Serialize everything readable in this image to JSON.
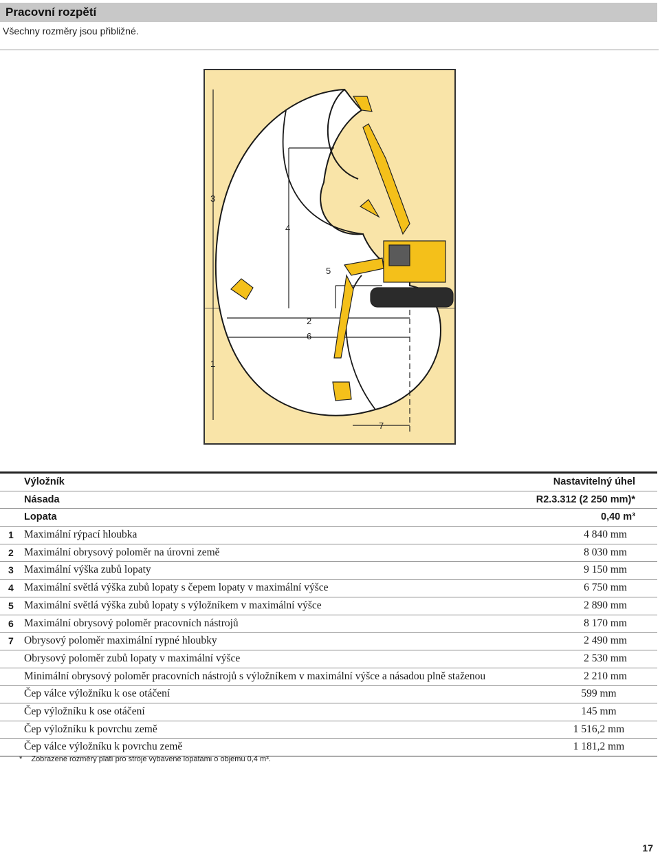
{
  "header": {
    "title": "Pracovní rozpětí",
    "subtitle": "Všechny rozměry jsou přibližné."
  },
  "diagram": {
    "labels": [
      "3",
      "4",
      "5",
      "2",
      "6",
      "1",
      "7"
    ],
    "colors": {
      "background": "#f9e4a8",
      "machine": "#f4c01a",
      "track": "#2b2b2b"
    }
  },
  "table": {
    "header_rows": [
      {
        "label": "Výložník",
        "value": "Nastavitelný úhel"
      },
      {
        "label": "Násada",
        "value": "R2.3.312 (2 250 mm)*"
      },
      {
        "label": "Lopata",
        "value": "0,40 m³"
      }
    ],
    "rows": [
      {
        "num": "1",
        "label": "Maximální rýpací hloubka",
        "value": "4 840 mm"
      },
      {
        "num": "2",
        "label": "Maximální obrysový poloměr na úrovni země",
        "value": "8 030 mm"
      },
      {
        "num": "3",
        "label": "Maximální výška zubů lopaty",
        "value": "9 150 mm"
      },
      {
        "num": "4",
        "label": "Maximální světlá výška zubů lopaty s čepem lopaty v maximální výšce",
        "value": "6 750 mm"
      },
      {
        "num": "5",
        "label": "Maximální světlá výška zubů lopaty s výložníkem v maximální výšce",
        "value": "2 890 mm"
      },
      {
        "num": "6",
        "label": "Maximální obrysový poloměr pracovních nástrojů",
        "value": "8 170 mm"
      },
      {
        "num": "7",
        "label": "Obrysový poloměr maximální rypné hloubky",
        "value": "2 490 mm"
      },
      {
        "num": "",
        "label": "Obrysový poloměr zubů lopaty v maximální výšce",
        "value": "2 530 mm"
      },
      {
        "num": "",
        "label": "Minimální obrysový poloměr pracovních nástrojů s výložníkem v maximální výšce a násadou plně staženou",
        "value": "2 210 mm"
      },
      {
        "num": "",
        "label": "Čep válce výložníku k ose otáčení",
        "value": "599 mm"
      },
      {
        "num": "",
        "label": "Čep výložníku k ose otáčení",
        "value": "145 mm"
      },
      {
        "num": "",
        "label": "Čep výložníku k povrchu země",
        "value": "1 516,2 mm"
      },
      {
        "num": "",
        "label": "Čep válce výložníku k povrchu země",
        "value": "1 181,2 mm"
      }
    ]
  },
  "footnote": {
    "star": "*",
    "text": "Zobrazené rozměry platí pro stroje vybavené lopatami o objemu 0,4 m³."
  },
  "page_number": "17"
}
